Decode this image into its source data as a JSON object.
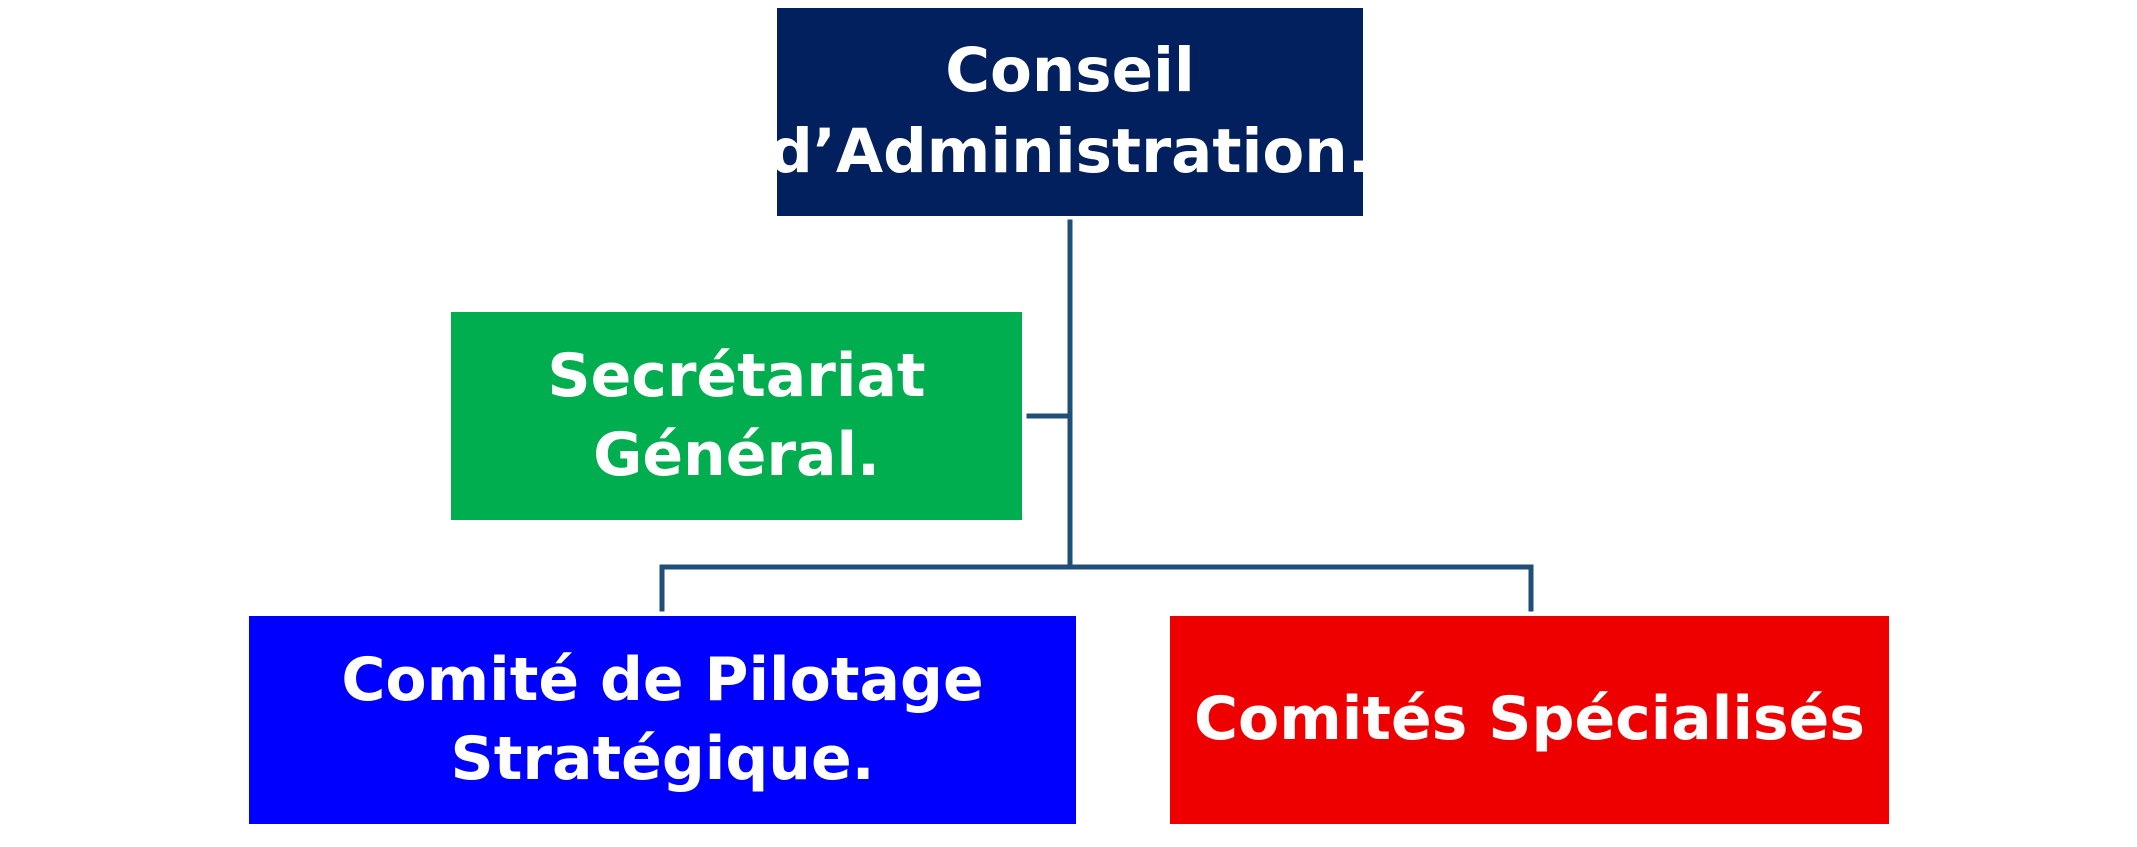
{
  "diagram": {
    "type": "org-chart",
    "colors": {
      "connector": "#1F4E79",
      "text": "#FFFFFF"
    },
    "nodes": [
      {
        "id": "board",
        "label": "Conseil\nd’Administration.",
        "color": "#03205E",
        "parent": null
      },
      {
        "id": "secretariat",
        "label": "Secrétariat\nGénéral.",
        "color": "#00AE50",
        "parent": "board",
        "relation": "assistant"
      },
      {
        "id": "pilotage",
        "label": "Comité de Pilotage\nStratégique.",
        "color": "#0000FF",
        "parent": "board"
      },
      {
        "id": "comites",
        "label": "Comités Spécialisés",
        "color": "#EE0000",
        "parent": "board"
      }
    ]
  }
}
